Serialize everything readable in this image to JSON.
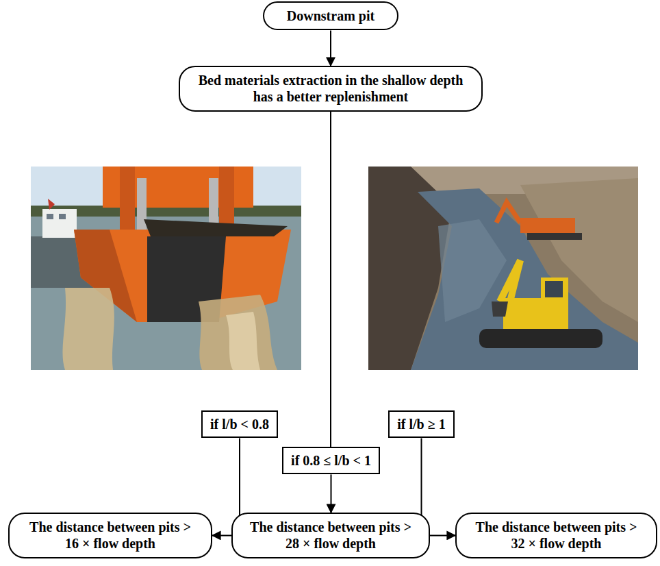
{
  "diagram": {
    "nodes": [
      {
        "text": [
          "Downstram pit"
        ]
      },
      {
        "text": [
          "Bed materials extraction in the shallow depth has a better replenishment"
        ]
      },
      {
        "text": [
          "if l/b < 0.8"
        ]
      },
      {
        "text": [
          "if 0.8 ≤ l/b < 1"
        ]
      },
      {
        "text": [
          "if l/b ≥ 1"
        ]
      },
      {
        "text": [
          "The distance between pits > 16 × flow depth"
        ]
      },
      {
        "text": [
          "The distance between pits > 28 × flow depth"
        ]
      },
      {
        "text": [
          "The distance between pits > 32 × flow depth"
        ]
      }
    ],
    "edges": [
      {
        "from": 0,
        "to": 1,
        "arrow": "to"
      },
      {
        "from": 1,
        "to": 2,
        "arrow": "none"
      },
      {
        "from": 2,
        "to": 5,
        "arrow": "to"
      },
      {
        "from": 1,
        "to": 3,
        "arrow": "none"
      },
      {
        "from": 3,
        "to": 6,
        "arrow": "to"
      },
      {
        "from": 1,
        "to": 4,
        "arrow": "none"
      },
      {
        "from": 4,
        "to": 7,
        "arrow": "to"
      }
    ]
  }
}
